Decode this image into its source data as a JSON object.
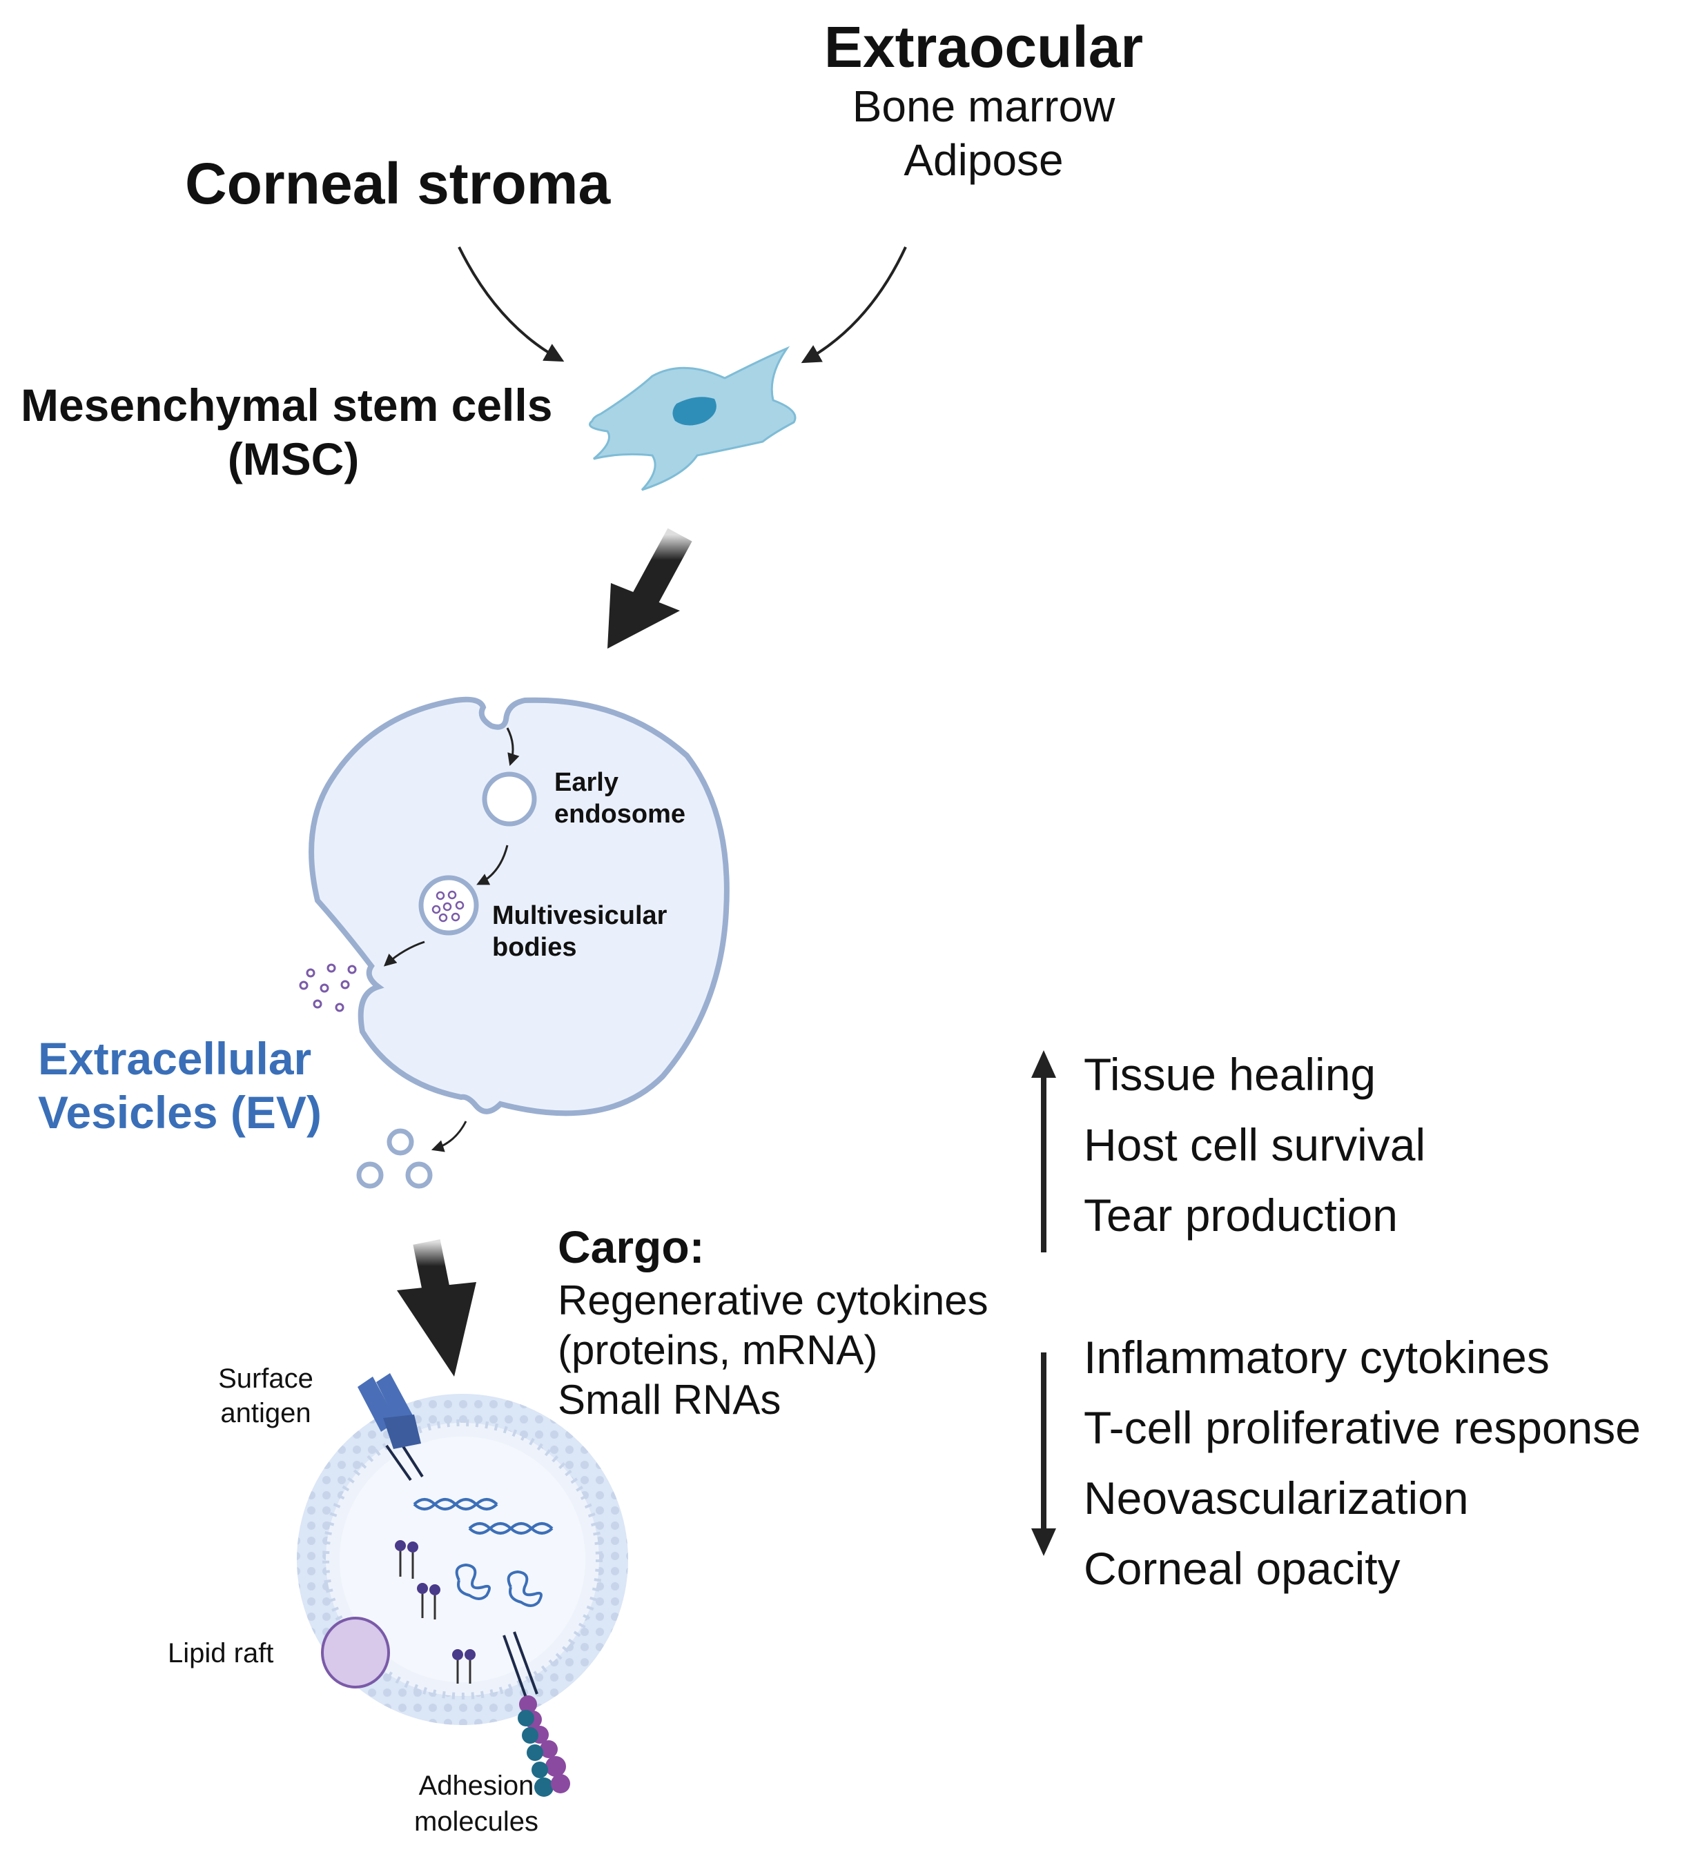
{
  "sources": {
    "corneal_stroma": "Corneal stroma",
    "extraocular": {
      "title": "Extraocular",
      "items": [
        "Bone marrow",
        "Adipose"
      ]
    }
  },
  "msc": {
    "line1": "Mesenchymal stem cells",
    "line2": "(MSC)"
  },
  "cell": {
    "early_endosome": [
      "Early",
      "endosome"
    ],
    "mvb": [
      "Multivesicular",
      "bodies"
    ]
  },
  "ev": {
    "line1": "Extracellular",
    "line2": "Vesicles (EV)"
  },
  "cargo": {
    "title": "Cargo:",
    "items": [
      "Regenerative cytokines",
      "(proteins, mRNA)",
      "Small RNAs"
    ]
  },
  "effects": {
    "up": [
      "Tissue healing",
      "Host cell survival",
      "Tear production"
    ],
    "down": [
      "Inflammatory cytokines",
      "T-cell proliferative response",
      "Neovascularization",
      "Corneal opacity"
    ]
  },
  "vesicle": {
    "surface_antigen": [
      "Surface",
      "antigen"
    ],
    "lipid_raft": "Lipid raft",
    "adhesion": [
      "Adhesion",
      "molecules"
    ]
  },
  "colors": {
    "msc_fill": "#a9d4e6",
    "msc_nucleus": "#2f8eb8",
    "cell_fill": "#eaf0fb",
    "cell_stroke": "#9aaed0",
    "ev_title": "#3a6fb8",
    "vesicle_purple": "#7a5aa8"
  }
}
